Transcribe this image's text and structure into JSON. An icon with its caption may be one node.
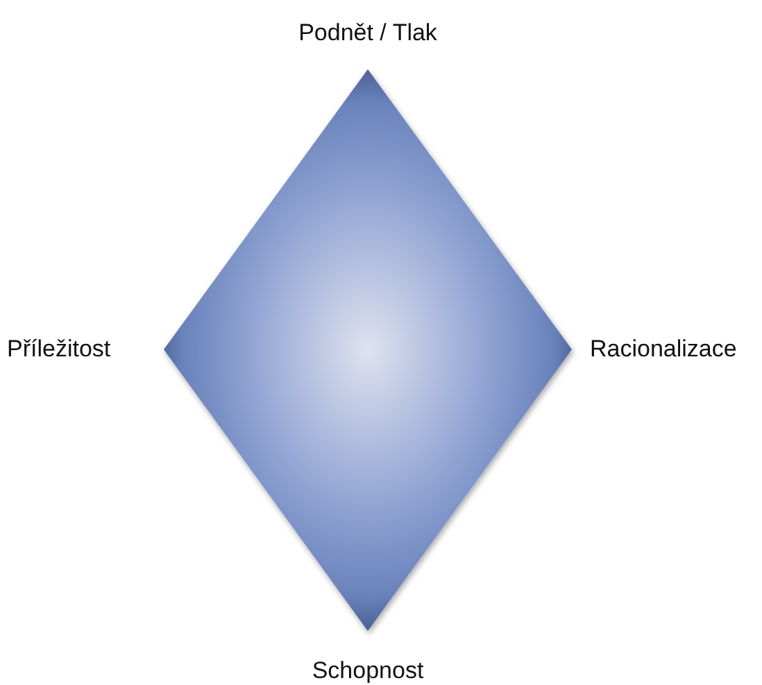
{
  "diagram": {
    "labels": [
      "Podnět / Tlak",
      "Příležitost",
      "Racionalizace",
      "Schopnost"
    ]
  }
}
